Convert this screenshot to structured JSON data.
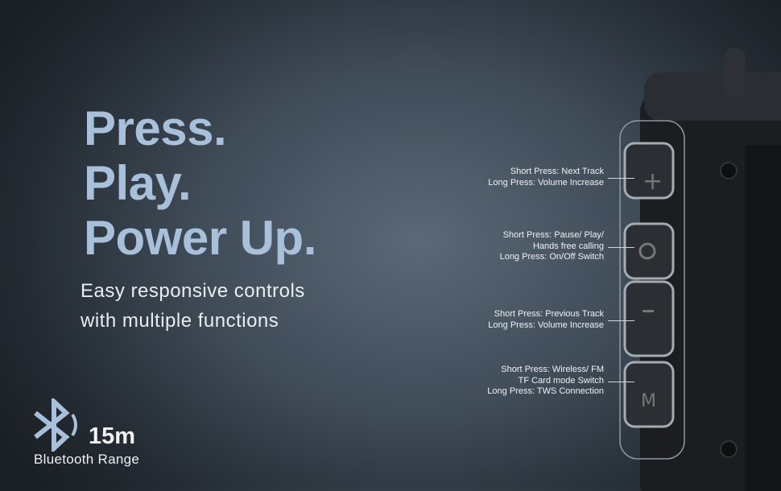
{
  "headline": [
    "Press.",
    "Play.",
    "Power Up."
  ],
  "subheadline": [
    "Easy responsive controls",
    "with multiple functions"
  ],
  "callouts": [
    {
      "lines": [
        "Short Press: Next Track",
        "Long Press: Volume Increase"
      ]
    },
    {
      "lines": [
        "Short Press: Pause/ Play/",
        "Hands free calling",
        "Long Press: On/Off Switch"
      ]
    },
    {
      "lines": [
        "Short Press: Previous Track",
        "Long Press: Volume Increase"
      ]
    },
    {
      "lines": [
        "Short Press: Wireless/ FM",
        "TF Card mode Switch",
        "Long Press: TWS Connection"
      ]
    }
  ],
  "bluetooth": {
    "range": "15m",
    "label": "Bluetooth Range",
    "icon": "bluetooth-icon"
  },
  "colors": {
    "headline": "#a8c0da",
    "background": "#3f4b57"
  }
}
